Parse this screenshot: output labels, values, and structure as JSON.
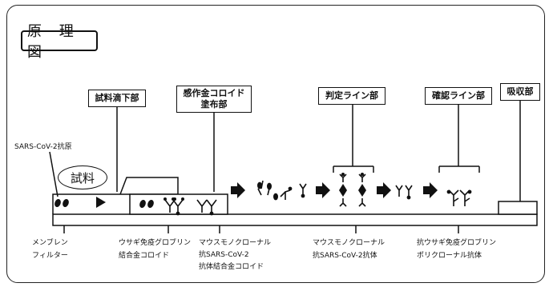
{
  "title": "原 理 図",
  "sample": "試料",
  "antigen_label": "SARS-CoV-2抗原",
  "top_boxes": {
    "sample_drop": "試料滴下部",
    "colloid_pad": [
      "感作金コロイド",
      "塗布部"
    ],
    "test_line": "判定ライン部",
    "control_line": "確認ライン部",
    "absorbent": "吸収部"
  },
  "bottom_labels": {
    "membrane": [
      "メンブレン",
      "フィルター"
    ],
    "rabbit_igg": [
      "ウサギ免疫グロブリン",
      "結合金コロイド"
    ],
    "mouse_mab_gold": [
      "マウスモノクローナル",
      "抗SARS-CoV-2",
      "抗体結合金コロイド"
    ],
    "mouse_mab": [
      "マウスモノクローナル",
      "抗SARS-CoV-2抗体"
    ],
    "anti_rabbit": [
      "抗ウサギ免疫グロブリン",
      "ポリクローナル抗体"
    ]
  }
}
